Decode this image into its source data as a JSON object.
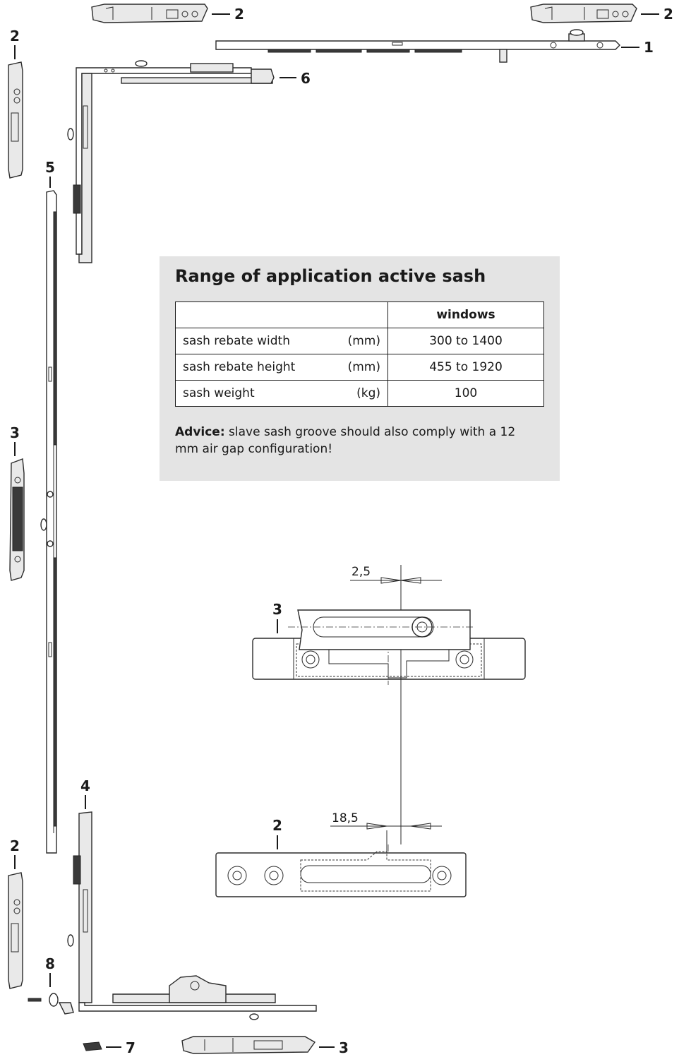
{
  "info": {
    "title": "Range of application active sash",
    "table": {
      "header": "windows",
      "rows": [
        {
          "label": "sash rebate width",
          "unit": "(mm)",
          "value": "300 to 1400"
        },
        {
          "label": "sash rebate height",
          "unit": "(mm)",
          "value": "455 to 1920"
        },
        {
          "label": "sash weight",
          "unit": "(kg)",
          "value": "100"
        }
      ]
    },
    "advice_label": "Advice:",
    "advice_text": "slave sash groove should also comply with a 12 mm air gap configuration!"
  },
  "callouts": {
    "c1": "1",
    "c2_top_a": "2",
    "c2_top_b": "2",
    "c2_left_top": "2",
    "c2_left_bottom": "2",
    "c2_detail": "2",
    "c3_left": "3",
    "c3_detail": "3",
    "c3_bottom": "3",
    "c4": "4",
    "c5": "5",
    "c6": "6",
    "c7": "7",
    "c8": "8"
  },
  "dimensions": {
    "gap_a": "2,5",
    "gap_b": "18,5"
  }
}
